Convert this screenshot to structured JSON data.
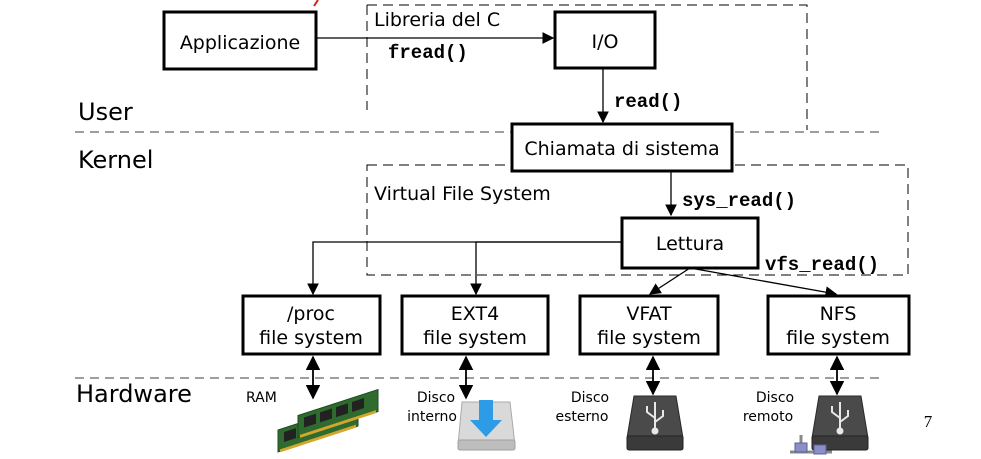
{
  "layers": {
    "user": "User",
    "kernel": "Kernel",
    "hardware": "Hardware"
  },
  "regions": {
    "c_library": "Libreria del C",
    "vfs": "Virtual File System"
  },
  "boxes": {
    "application": "Applicazione",
    "io": "I/O",
    "syscall": "Chiamata di sistema",
    "read_op": "Lettura",
    "proc_fs": [
      "/proc",
      "file system"
    ],
    "ext4_fs": [
      "EXT4",
      "file system"
    ],
    "vfat_fs": [
      "VFAT",
      "file system"
    ],
    "nfs_fs": [
      "NFS",
      "file system"
    ]
  },
  "calls": {
    "fread": "fread()",
    "read": "read()",
    "sys_read": "sys_read()",
    "vfs_read": "vfs_read()"
  },
  "devices": {
    "ram": "RAM",
    "internal_disk": [
      "Disco",
      "interno"
    ],
    "external_disk": [
      "Disco",
      "esterno"
    ],
    "remote_disk": [
      "Disco",
      "remoto"
    ]
  },
  "slide_number": "7",
  "colors": {
    "stroke": "#000000",
    "layer_line": "#7f7f7f",
    "disk_body": "#3a3a3a",
    "disk_internal": "#d0d0d0",
    "download_arrow": "#2e9be6",
    "ram_board": "#2f6b2f",
    "accent_red": "#d62020"
  }
}
